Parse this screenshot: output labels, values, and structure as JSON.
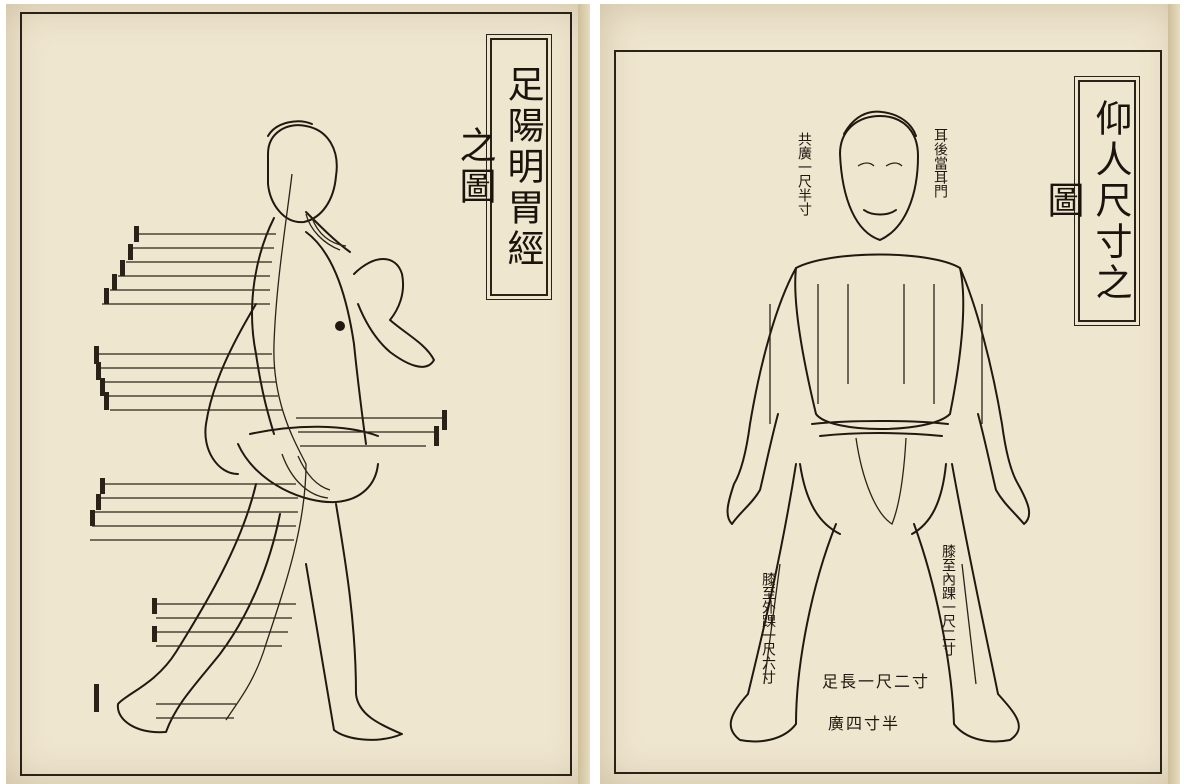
{
  "left_page": {
    "title": "足陽明胃經之圖"
  },
  "right_page": {
    "title": "仰人尺寸之圖",
    "annotations": {
      "head_right": "耳後當耳門",
      "head_left": "共廣一尺半寸",
      "foot_length": "足長一尺二寸",
      "foot_width": "廣四寸半",
      "leg_left": "膝至外踝一尺六寸",
      "leg_right": "膝至內踝一尺二寸"
    }
  }
}
